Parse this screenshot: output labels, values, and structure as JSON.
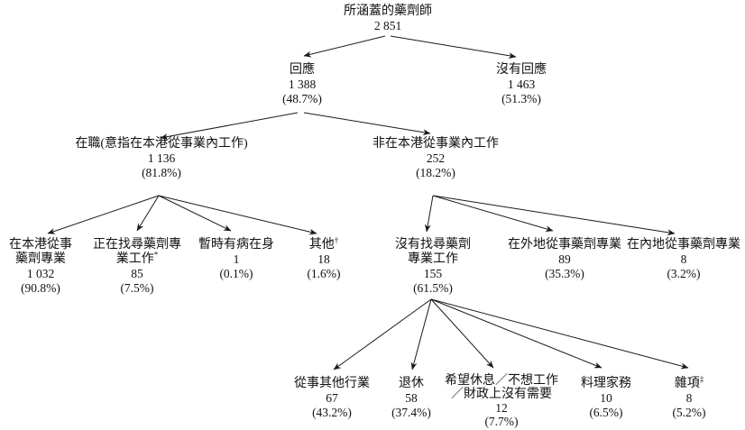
{
  "page": {
    "background": "#ffffff",
    "text_color": "#111111",
    "line_color": "#1a1a1a"
  },
  "tree": {
    "root": {
      "label": "所涵蓋的藥劑師",
      "value": "2 851"
    },
    "responded": {
      "label": "回應",
      "value": "1 388",
      "pct": "(48.7%)"
    },
    "not_responded": {
      "label": "沒有回應",
      "value": "1 463",
      "pct": "(51.3%)"
    },
    "employed": {
      "label": "在職(意指在本港從事業內工作)",
      "value": "1 136",
      "pct": "(81.8%)"
    },
    "not_local_work": {
      "label": "非在本港從事業內工作",
      "value": "252",
      "pct": "(18.2%)"
    },
    "practising_hk": {
      "label": "在本港從事\n藥劑專業",
      "value": "1 032",
      "pct": "(90.8%)"
    },
    "seeking_work": {
      "label": "正在找尋藥劑專\n業工作",
      "sup": "*",
      "value": "85",
      "pct": "(7.5%)"
    },
    "temporarily_ill": {
      "label": "暫時有病在身",
      "value": "1",
      "pct": "(0.1%)"
    },
    "others": {
      "label": "其他",
      "sup": "†",
      "value": "18",
      "pct": "(1.6%)"
    },
    "not_seeking": {
      "label": "沒有找尋藥劑\n專業工作",
      "value": "155",
      "pct": "(61.5%)"
    },
    "overseas": {
      "label": "在外地從事藥劑專業",
      "value": "89",
      "pct": "(35.3%)"
    },
    "mainland": {
      "label": "在內地從事藥劑專業",
      "value": "8",
      "pct": "(3.2%)"
    },
    "other_industry": {
      "label": "從事其他行業",
      "value": "67",
      "pct": "(43.2%)"
    },
    "retired": {
      "label": "退休",
      "value": "58",
      "pct": "(37.4%)"
    },
    "wish_to_rest": {
      "label": "希望休息／不想工作\n／財政上沒有需要",
      "value": "12",
      "pct": "(7.7%)"
    },
    "housework": {
      "label": "料理家務",
      "value": "10",
      "pct": "(6.5%)"
    },
    "miscellaneous": {
      "label": "雜項",
      "sup": "‡",
      "value": "8",
      "pct": "(5.2%)"
    }
  }
}
